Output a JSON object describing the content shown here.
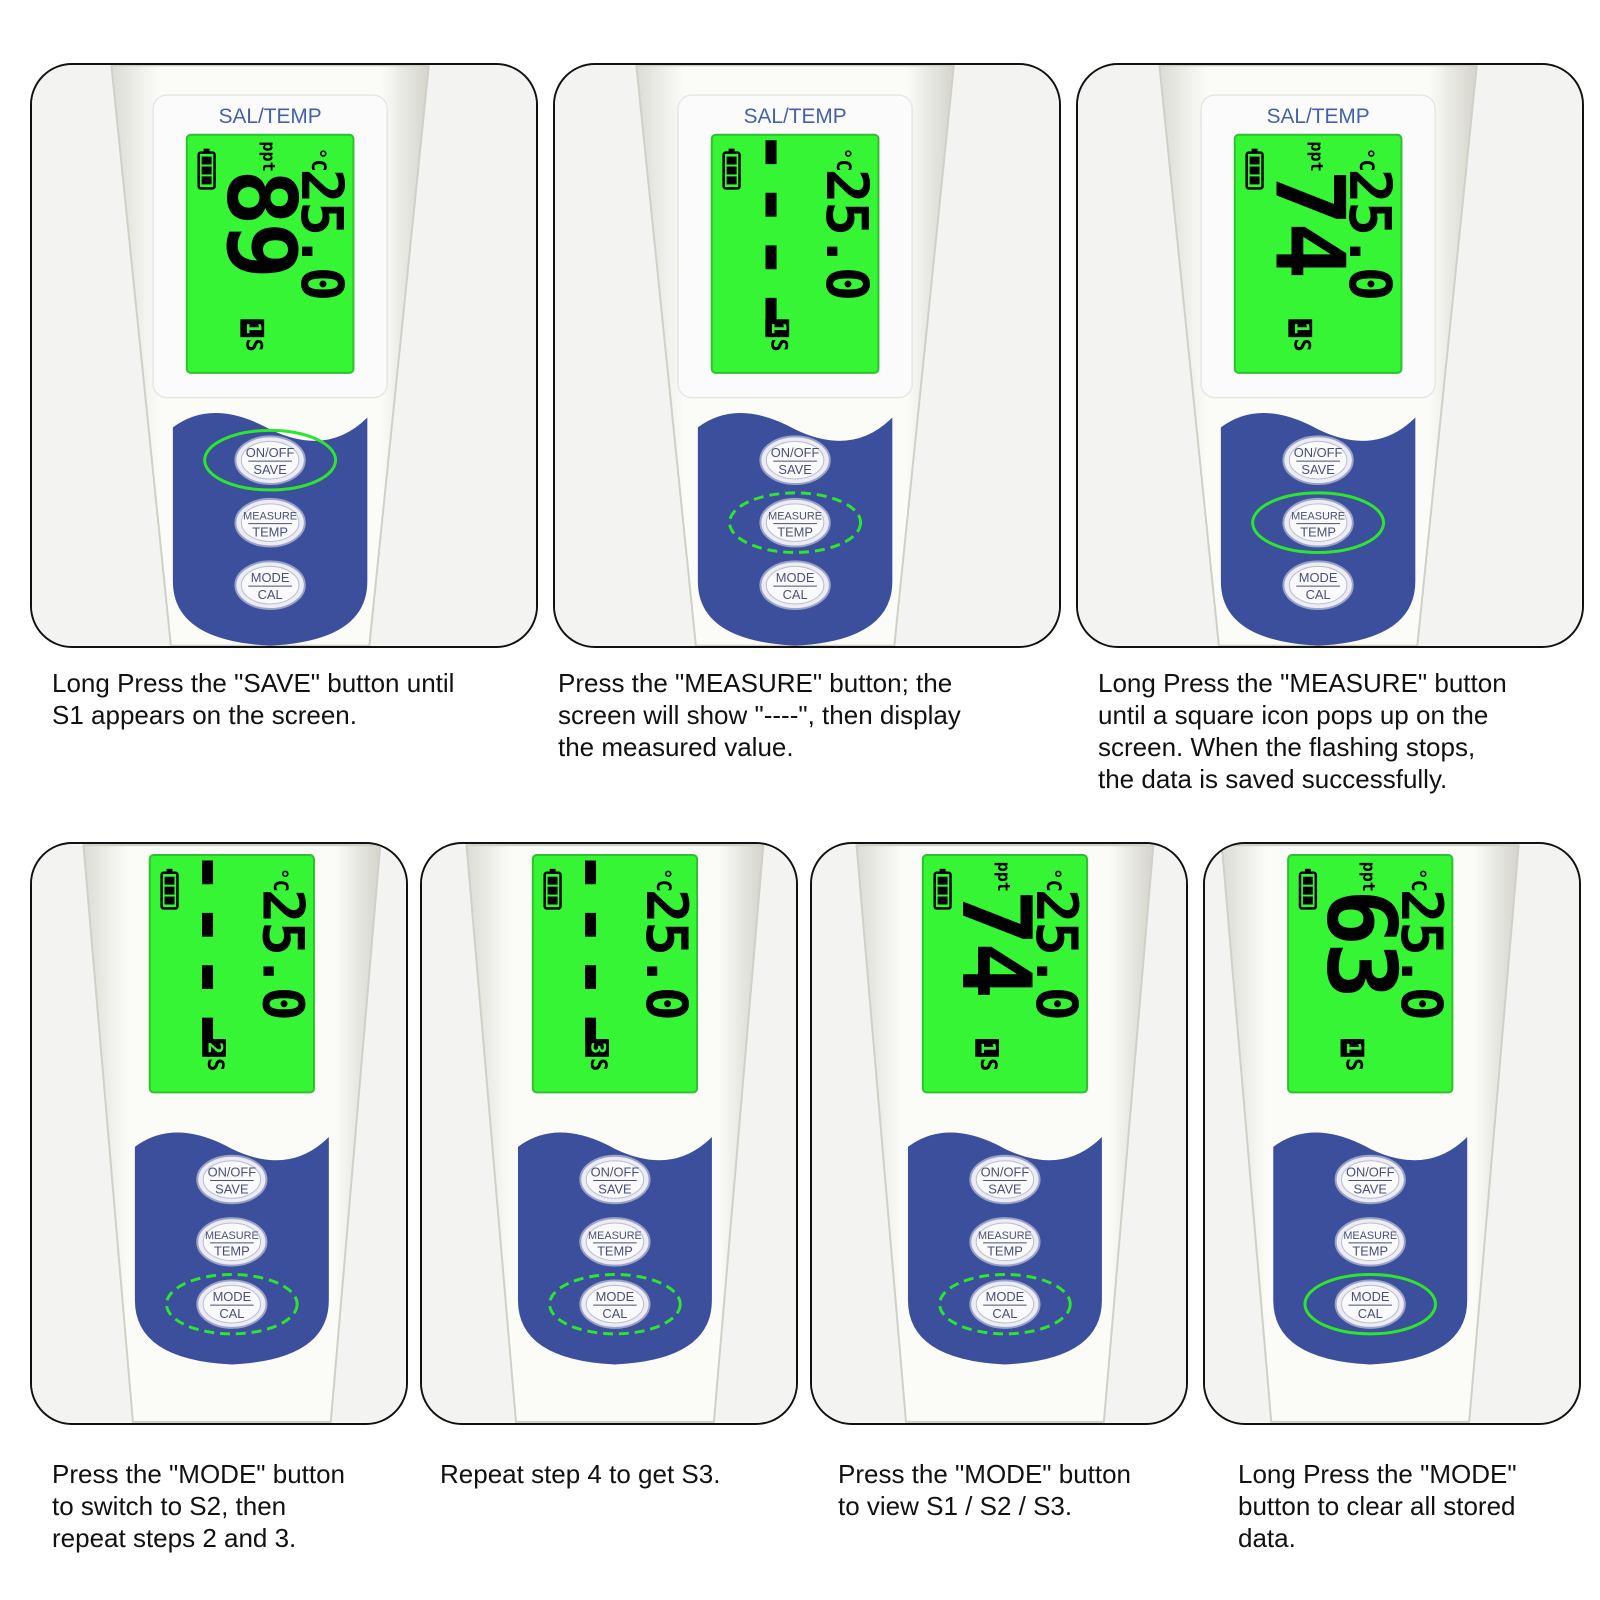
{
  "panels": [
    {
      "model_label": "SAL/TEMP",
      "main_digits": "89",
      "temp_digits": "25.0",
      "unit_main": "ppt",
      "unit_temp": "°C",
      "memory_slot": "S1",
      "buttons": [
        [
          "ON/OFF",
          "SAVE"
        ],
        [
          "MEASURE",
          "TEMP"
        ],
        [
          "MODE",
          "CAL"
        ]
      ],
      "highlight": "solid",
      "highlight_button": "ON/OFF",
      "caption": "Long Press the \"SAVE\" button until\nS1 appears on the screen."
    },
    {
      "model_label": "SAL/TEMP",
      "main_digits": "----",
      "temp_digits": "25.0",
      "unit_main": "",
      "unit_temp": "°C",
      "memory_slot": "S1",
      "buttons": [
        [
          "ON/OFF",
          "SAVE"
        ],
        [
          "MEASURE",
          "TEMP"
        ],
        [
          "MODE",
          "CAL"
        ]
      ],
      "highlight": "dashed",
      "highlight_button": "MEASURE",
      "caption": "Press the \"MEASURE\" button; the\nscreen will show \"----\", then display\nthe measured value."
    },
    {
      "model_label": "SAL/TEMP",
      "main_digits": "74",
      "temp_digits": "25.0",
      "unit_main": "ppt",
      "unit_temp": "°C",
      "memory_slot": "S1",
      "buttons": [
        [
          "ON/OFF",
          "SAVE"
        ],
        [
          "MEASURE",
          "TEMP"
        ],
        [
          "MODE",
          "CAL"
        ]
      ],
      "highlight": "solid",
      "highlight_button": "MEASURE",
      "caption": "Long Press the \"MEASURE\" button\nuntil a square icon pops up on the\nscreen. When the flashing stops,\nthe data is saved successfully."
    },
    {
      "model_label": "",
      "main_digits": "----",
      "temp_digits": "25.0",
      "unit_main": "",
      "unit_temp": "°C",
      "memory_slot": "S2",
      "buttons": [
        [
          "ON/OFF",
          "SAVE"
        ],
        [
          "MEASURE",
          "TEMP"
        ],
        [
          "MODE",
          "CAL"
        ]
      ],
      "highlight": "dashed",
      "highlight_button": "MODE",
      "caption": "Press the \"MODE\" button\nto switch to S2, then\nrepeat steps 2 and 3."
    },
    {
      "model_label": "",
      "main_digits": "----",
      "temp_digits": "25.0",
      "unit_main": "",
      "unit_temp": "°C",
      "memory_slot": "S3",
      "buttons": [
        [
          "ON/OFF",
          "SAVE"
        ],
        [
          "MEASURE",
          "TEMP"
        ],
        [
          "MODE",
          "CAL"
        ]
      ],
      "highlight": "dashed",
      "highlight_button": "MODE",
      "caption": "Repeat step 4 to get S3."
    },
    {
      "model_label": "",
      "main_digits": "74",
      "temp_digits": "25.0",
      "unit_main": "ppt",
      "unit_temp": "°C",
      "memory_slot": "S1",
      "buttons": [
        [
          "ON/OFF",
          "SAVE"
        ],
        [
          "MEASURE",
          "TEMP"
        ],
        [
          "MODE",
          "CAL"
        ]
      ],
      "highlight": "dashed",
      "highlight_button": "MODE",
      "caption": "Press the \"MODE\" button\nto view S1 / S2 / S3."
    },
    {
      "model_label": "",
      "main_digits": "63",
      "temp_digits": "25.0",
      "unit_main": "ppt",
      "unit_temp": "°C",
      "memory_slot": "S1",
      "buttons": [
        [
          "ON/OFF",
          "SAVE"
        ],
        [
          "MEASURE",
          "TEMP"
        ],
        [
          "MODE",
          "CAL"
        ]
      ],
      "highlight": "solid",
      "highlight_button": "MODE",
      "caption": "Long Press the \"MODE\"\nbutton to clear all stored\ndata."
    }
  ],
  "colors": {
    "lcd_green": "#35f535",
    "keypad_blue": "#3b4f9c",
    "highlight_green": "#2ee52e",
    "meter_body": "#fbfbf8",
    "model_label_blue": "#4361a8"
  }
}
